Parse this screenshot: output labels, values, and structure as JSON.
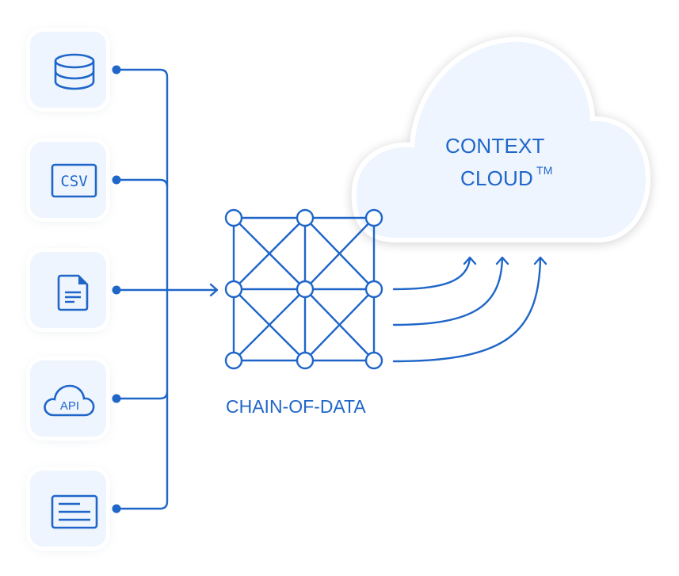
{
  "colors": {
    "accent": "#1f66c8",
    "tile_bg": "#eef5fe",
    "cloud_bg": "#eef5fe"
  },
  "sources": [
    {
      "name": "database",
      "icon": "database-icon"
    },
    {
      "name": "csv",
      "icon": "csv-file-icon",
      "label": "CSV"
    },
    {
      "name": "document",
      "icon": "document-icon"
    },
    {
      "name": "api",
      "icon": "api-cloud-icon",
      "label": "API"
    },
    {
      "name": "text",
      "icon": "text-block-icon"
    }
  ],
  "hub": {
    "label": "CHAIN-OF-DATA",
    "grid": {
      "rows": 3,
      "cols": 3
    }
  },
  "cloud": {
    "line1": "CONTEXT",
    "line2": "CLOUD",
    "trademark": "TM"
  }
}
